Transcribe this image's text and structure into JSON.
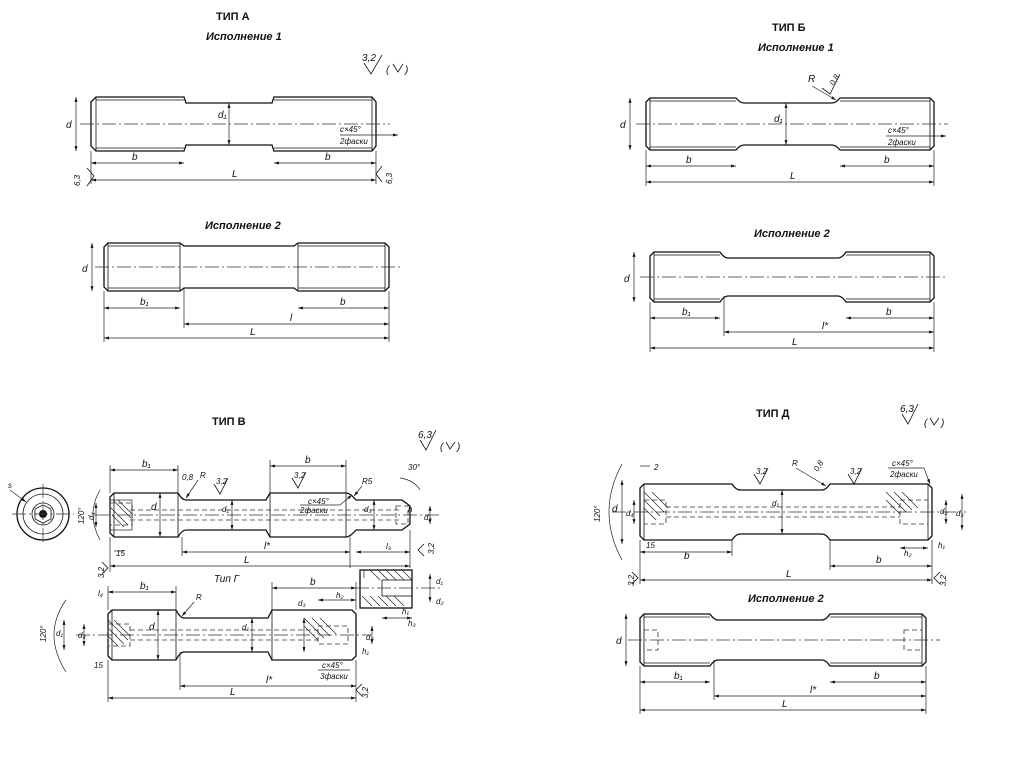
{
  "type_a": {
    "title": "ТИП А",
    "var1": "Исполнение 1",
    "var2": "Исполнение 2",
    "rough_main": "3,2",
    "rough_end_l": "6,3",
    "rough_end_r": "6,3",
    "chamfer": "c×45°",
    "chamfer_note": "2фаски",
    "d": "d",
    "d1": "d₁",
    "b": "b",
    "b1": "b₁",
    "L": "L",
    "l": "l"
  },
  "type_b": {
    "title": "ТИП Б",
    "var1": "Исполнение 1",
    "var2": "Исполнение 2",
    "radius": "R",
    "rough": "0,8",
    "chamfer": "c×45°",
    "chamfer_note": "2фаски",
    "d": "d",
    "d1": "d₁",
    "b": "b",
    "b1": "b₁",
    "L": "L",
    "l": "l*"
  },
  "type_v": {
    "title": "ТИП В",
    "rough_main": "6,3",
    "sub_title": "Тип Г",
    "b1": "b₁",
    "b": "b",
    "r08": "0,8",
    "R": "R",
    "r32a": "3,2",
    "r32b": "3,2",
    "chamfer": "c×45°",
    "chamfer_note": "2фаски",
    "R5": "R5",
    "ang30": "30°",
    "d": "d",
    "d1": "d₁",
    "d2": "d₂",
    "d3": "d₃",
    "d4": "d₄",
    "ang120": "120°",
    "s15": "15",
    "l": "l*",
    "L": "L",
    "l3": "l₃",
    "h": "h",
    "h1": "h₁",
    "h2": "h₂",
    "h3": "h₃",
    "s": "s",
    "rough_end": "3,2",
    "g_chamfer": "c×45°",
    "g_chamfer_note": "3фаски",
    "g_r32": "3,2"
  },
  "type_d": {
    "title": "ТИП Д",
    "rough_main": "6,3",
    "var2": "Исполнение 2",
    "s2": "2",
    "R": "R",
    "r32a": "3,2",
    "r08": "0,8",
    "r32b": "3,2",
    "chamfer": "c×45°",
    "chamfer_note": "2фаски",
    "ang120": "120°",
    "d": "d",
    "d1": "d₁",
    "d2": "d₂",
    "d3": "d₃",
    "d4": "d₄",
    "s15": "15",
    "h1": "h₁",
    "h2": "h₂",
    "b": "b",
    "b1": "b₁",
    "L": "L",
    "l": "l*",
    "rough_l": "3,2",
    "rough_r": "3,2"
  }
}
